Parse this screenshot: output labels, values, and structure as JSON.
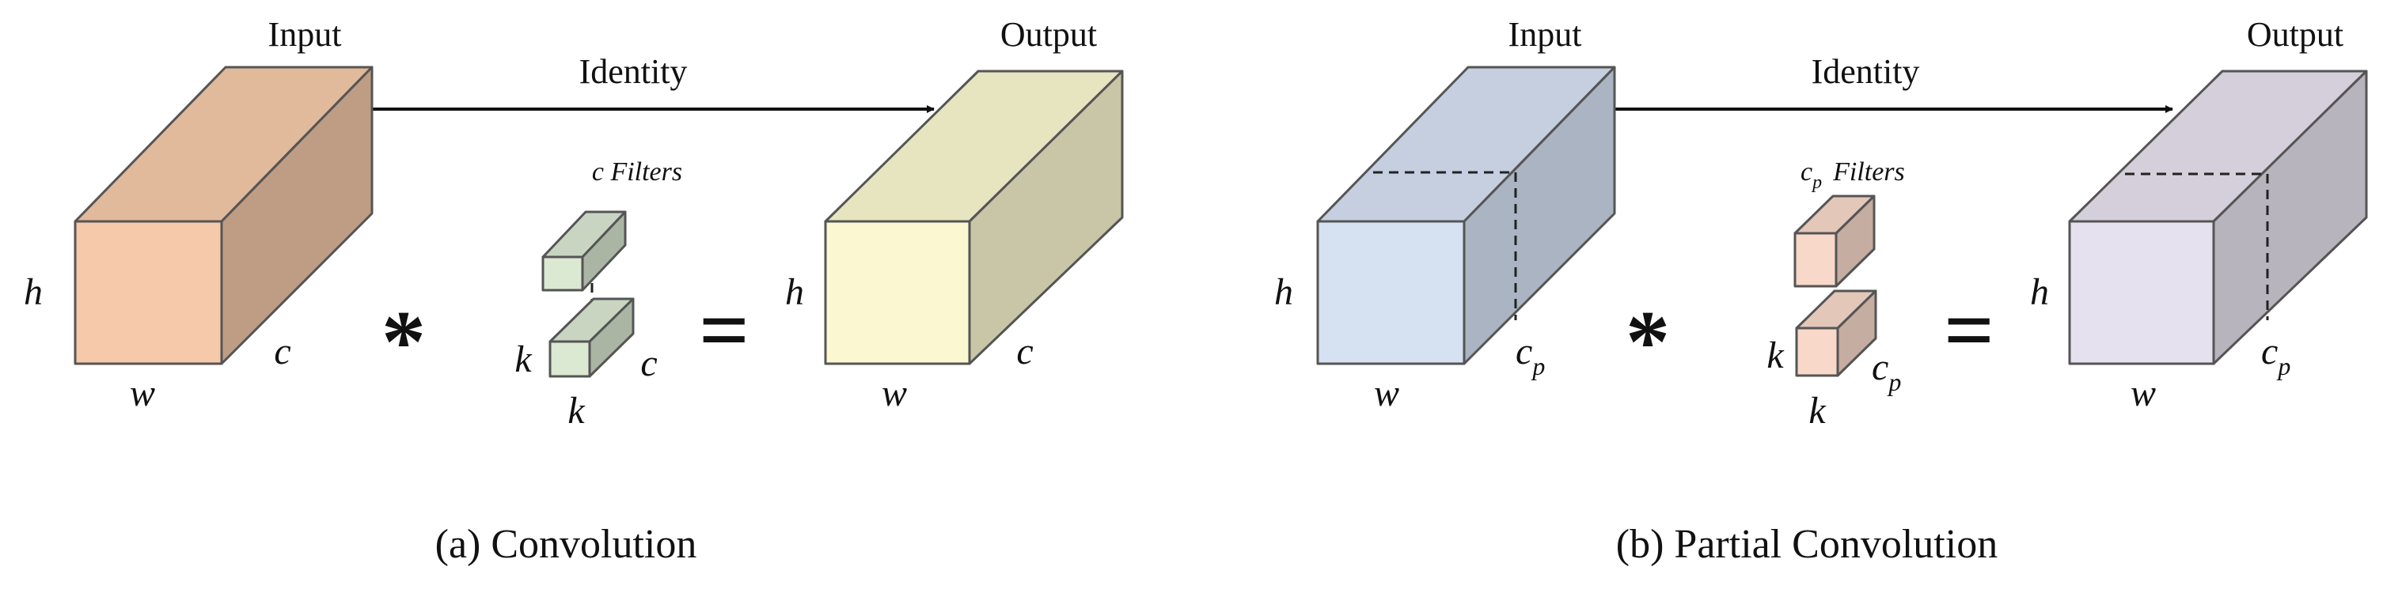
{
  "colors": {
    "input_conv": "#f5c9a9",
    "output_conv": "#fbf8d1",
    "filter_conv": "#dbe8d2",
    "input_pconv": "#d6e1f2",
    "output_pconv": "#e6e1ee",
    "filter_pconv": "#f7d8c9"
  },
  "panel_a": {
    "input_label": "Input",
    "output_label": "Output",
    "identity_label": "Identity",
    "filters_label": "c Filters",
    "input_h": "h",
    "input_w": "w",
    "input_c": "c",
    "filter_k_left": "k",
    "filter_k_bottom": "k",
    "filter_c": "c",
    "output_h": "h",
    "output_w": "w",
    "output_c": "c",
    "conv_operator": "*",
    "equals": "=",
    "caption": "(a) Convolution"
  },
  "panel_b": {
    "input_label": "Input",
    "output_label": "Output",
    "identity_label": "Identity",
    "filters_c": "c",
    "filters_sub": "p",
    "filters_word": "Filters",
    "input_h": "h",
    "input_w": "w",
    "input_c": "c",
    "input_c_sub": "p",
    "filter_k_left": "k",
    "filter_k_bottom": "k",
    "filter_c": "c",
    "filter_c_sub": "p",
    "output_h": "h",
    "output_w": "w",
    "output_c": "c",
    "output_c_sub": "p",
    "conv_operator": "*",
    "equals": "=",
    "caption": "(b) Partial Convolution"
  }
}
